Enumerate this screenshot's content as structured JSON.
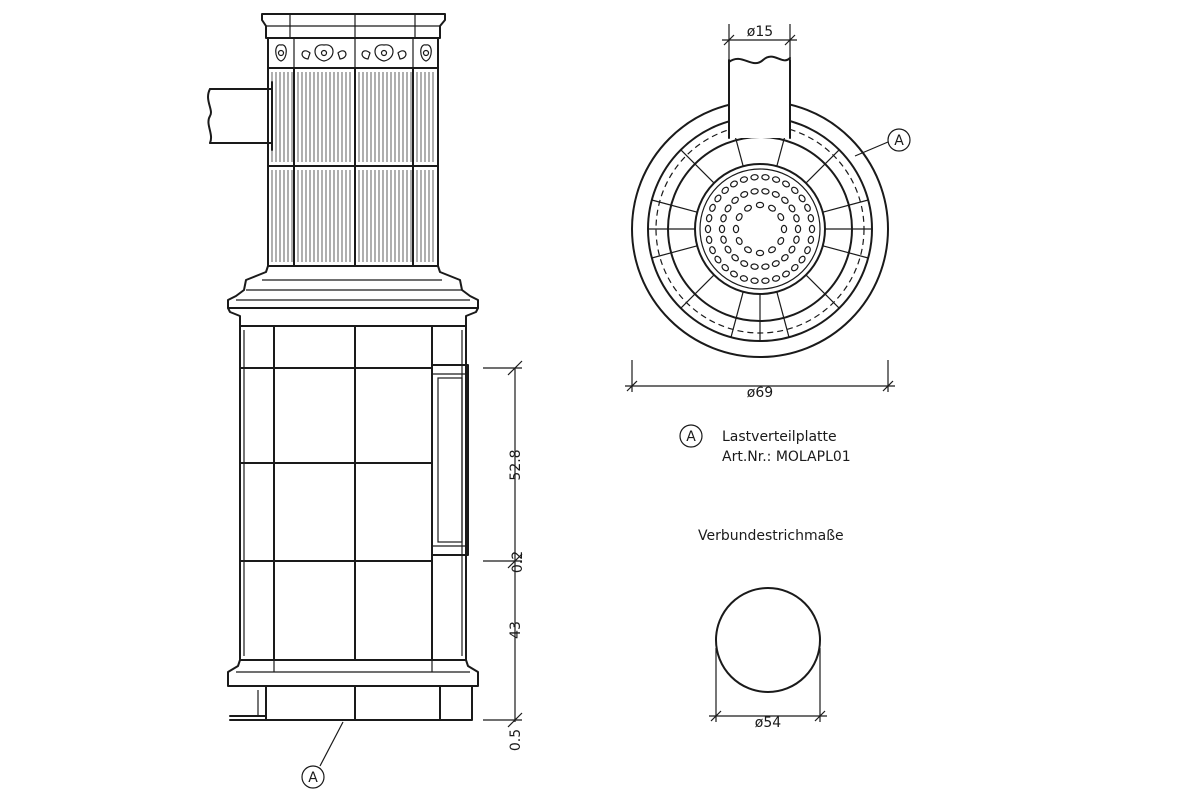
{
  "dimensions": {
    "pipe_diameter": "ø15",
    "outer_diameter": "ø69",
    "screed_diameter": "ø54",
    "height_upper": "52.8",
    "height_gap": "0.2",
    "height_lower": "43",
    "height_base": "0.5"
  },
  "callouts": {
    "marker_a": "A"
  },
  "legend": {
    "marker": "A",
    "part_name": "Lastverteilplatte",
    "part_number": "Art.Nr.:  MOLAPL01"
  },
  "screed_section": {
    "title": "Verbundestrichmaße"
  }
}
